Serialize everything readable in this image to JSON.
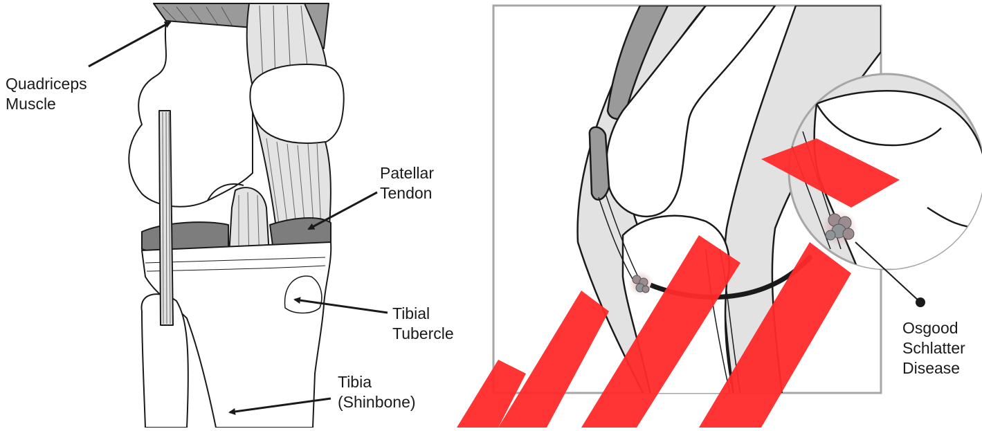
{
  "labels": {
    "quadriceps": [
      "Quadriceps",
      "Muscle"
    ],
    "patellar": [
      "Patellar",
      "Tendon"
    ],
    "tubercle": [
      "Tibial",
      "Tubercle"
    ],
    "tibia": [
      "Tibia",
      "(Shinbone)"
    ],
    "osgood": [
      "Osgood",
      "Schlatter",
      "Disease"
    ]
  },
  "colors": {
    "line": "#1a1a1a",
    "bone": "#ffffff",
    "tissue": "#e3e3e3",
    "muscle": "#9a9a9a",
    "cartilage": "#7d7d7d",
    "inset_bg": "#e2e2e2",
    "inset_frame": "#a6a6a6",
    "lesion": "#9c8c90",
    "watermark": "#ff2a2a"
  }
}
